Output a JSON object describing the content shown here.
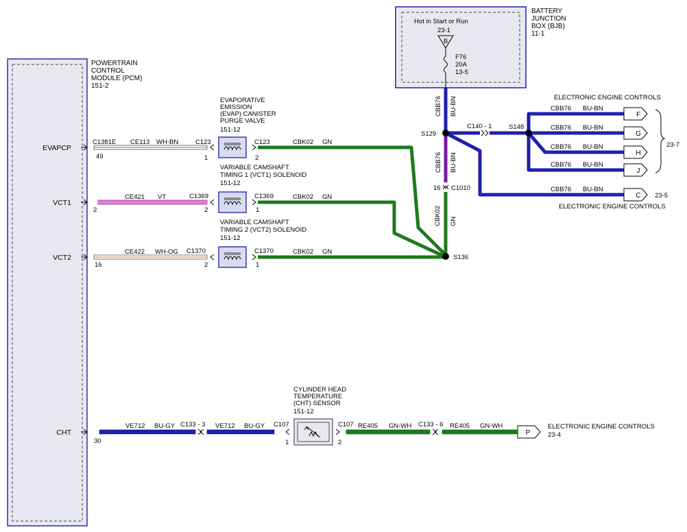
{
  "pcm": {
    "title_lines": [
      "POWERTRAIN",
      "CONTROL",
      "MODULE (PCM)",
      "151-2"
    ],
    "pins": [
      {
        "name": "EVAPCP",
        "pin": "49",
        "connector": "C1381E"
      },
      {
        "name": "VCT1",
        "pin": "2"
      },
      {
        "name": "VCT2",
        "pin": "16"
      },
      {
        "name": "CHT",
        "pin": "30"
      }
    ]
  },
  "bjb": {
    "title_lines": [
      "BATTERY",
      "JUNCTION",
      "BOX (BJB)",
      "11-1"
    ],
    "hot_text": "Hot in Start or Run",
    "ref": "23-1",
    "bus_letter": "B",
    "fuse_lines": [
      "F76",
      "20A",
      "13-5"
    ]
  },
  "components": {
    "evap": {
      "lines": [
        "EVAPORATIVE",
        "EMISSION",
        "(EVAP) CANISTER",
        "PURGE VALVE",
        "151-12"
      ]
    },
    "vct1": {
      "lines": [
        "VARIABLE CAMSHAFT",
        "TIMING 1 (VCT1) SOLENOID",
        "151-12"
      ]
    },
    "vct2": {
      "lines": [
        "VARIABLE CAMSHAFT",
        "TIMING 2 (VCT2) SOLENOID",
        "151-12"
      ]
    },
    "cht": {
      "lines": [
        "CYLINDER HEAD",
        "TEMPERATURE",
        "(CHT) SENSOR",
        "151-12"
      ]
    }
  },
  "wires": {
    "ce113": {
      "circuit": "CE113",
      "color": "WH-BN"
    },
    "ce421": {
      "circuit": "CE421",
      "color": "VT"
    },
    "ce422": {
      "circuit": "CE422",
      "color": "WH-OG"
    },
    "ve712a": {
      "circuit": "VE712",
      "color": "BU-GY"
    },
    "ve712b": {
      "circuit": "VE712",
      "color": "BU-GY"
    },
    "re405a": {
      "circuit": "RE405",
      "color": "GN-WH"
    },
    "re405b": {
      "circuit": "RE405",
      "color": "GN-WH"
    },
    "cbk02_evap": {
      "circuit": "CBK02",
      "color": "GN"
    },
    "cbk02_vct1": {
      "circuit": "CBK02",
      "color": "GN"
    },
    "cbk02_vct2": {
      "circuit": "CBK02",
      "color": "GN"
    },
    "cbk02_vert": {
      "circuit": "CBK02",
      "color": "GN"
    },
    "cbb76_top": {
      "circuit": "CBB76",
      "color": "BU-BN"
    },
    "cbb76_mid": {
      "circuit": "CBB76",
      "color": "BU-BN"
    },
    "cbb76_f": {
      "circuit": "CBB76",
      "color": "BU-BN"
    },
    "cbb76_g": {
      "circuit": "CBB76",
      "color": "BU-BN"
    },
    "cbb76_h": {
      "circuit": "CBB76",
      "color": "BU-BN"
    },
    "cbb76_j": {
      "circuit": "CBB76",
      "color": "BU-BN"
    },
    "cbb76_c": {
      "circuit": "CBB76",
      "color": "BU-BN"
    }
  },
  "connectors": {
    "c123_left": {
      "name": "C123",
      "pin": "1"
    },
    "c123_right": {
      "name": "C123",
      "pin": "2"
    },
    "c1369_left": {
      "name": "C1369",
      "pin": "2"
    },
    "c1369_right": {
      "name": "C1369",
      "pin": "1"
    },
    "c1370_left": {
      "name": "C1370",
      "pin": "2"
    },
    "c1370_right": {
      "name": "C1370",
      "pin": "1"
    },
    "c133_3": {
      "name": "C133 - 3"
    },
    "c107_left": {
      "name": "C107",
      "pin": "1"
    },
    "c107_right": {
      "name": "C107",
      "pin": "2"
    },
    "c133_6": {
      "name": "C133 - 6"
    },
    "c140": {
      "name": "C140 - 1"
    },
    "c1010": {
      "name": "C1010",
      "pin": "16"
    }
  },
  "splices": {
    "s129": "S129",
    "s148": "S148",
    "s136": "S136"
  },
  "offpage": {
    "eec_group_title": "ELECTRONIC ENGINE CONTROLS",
    "group_ref": "23-7",
    "letters": [
      "F",
      "G",
      "H",
      "J"
    ],
    "c_letter": "C",
    "c_ref": "23-5",
    "c_title": "ELECTRONIC ENGINE CONTROLS",
    "p_letter": "P",
    "p_title": "ELECTRONIC ENGINE CONTROLS",
    "p_ref": "23-4"
  },
  "colors": {
    "blue": "#1f1fb0",
    "green": "#1e7a1e",
    "violet": "#e080d8",
    "wire_white": "#ffffff",
    "box_border": "#2a2ab8",
    "pcm_fill": "#e8e8f0"
  }
}
